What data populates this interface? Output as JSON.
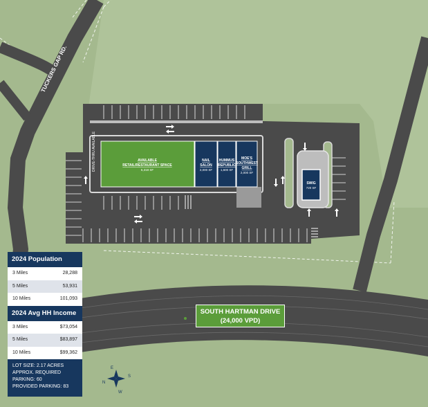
{
  "map": {
    "street_label": "TUCKERS GAP RD.",
    "road_label": {
      "line1": "SOUTH HARTMAN DRIVE",
      "line2": "(24,000 VPD)"
    },
    "drive_thru_label": "DRIVE-THRU AVAILABLE",
    "compass": {
      "n": "N",
      "s": "S",
      "e": "E",
      "w": "W"
    },
    "tenants": [
      {
        "name": "AVAILABLE RETAIL/RESTAURANT SPACE",
        "line1": "AVAILABLE",
        "line2": "RETAIL/RESTAURANT SPACE",
        "size": "6,318 SF",
        "color": "#5b9d3a"
      },
      {
        "name": "NAIL SALON",
        "line1": "NAIL",
        "line2": "SALON",
        "size": "2,000 SF",
        "color": "#17375e"
      },
      {
        "name": "HUMMUS REPUBLIC",
        "line1": "HUMMUS",
        "line2": "REPUBLIC",
        "size": "1,600 SF",
        "color": "#17375e"
      },
      {
        "name": "MOE'S SOUTHWEST GRILL",
        "line1": "MOE'S",
        "line2": "SOUTHWEST",
        "line3": "GRILL",
        "size": "2,000 SF",
        "color": "#17375e"
      },
      {
        "name": "SWIG",
        "line1": "SWIG",
        "size": "720 SF",
        "color": "#17375e"
      }
    ],
    "colors": {
      "grass": "#a4b98e",
      "asphalt": "#4a4a4a",
      "building_navy": "#17375e",
      "building_green": "#5b9d3a"
    }
  },
  "stats": {
    "population": {
      "title": "2024 Population",
      "rows": [
        {
          "label": "3 Miles",
          "value": "28,288"
        },
        {
          "label": "5 Miles",
          "value": "53,931"
        },
        {
          "label": "10 Miles",
          "value": "101,093"
        }
      ]
    },
    "income": {
      "title": "2024 Avg HH Income",
      "rows": [
        {
          "label": "3 Miles",
          "value": "$73,054"
        },
        {
          "label": "5 Miles",
          "value": "$83,897"
        },
        {
          "label": "10 Miles",
          "value": "$99,362"
        }
      ]
    },
    "lot": {
      "line1": "LOT SIZE: 2.17 ACRES",
      "line2": "APPROX. REQUIRED",
      "line3": "PARKING: 60",
      "line4": "PROVIDED PARKING: 83"
    }
  }
}
